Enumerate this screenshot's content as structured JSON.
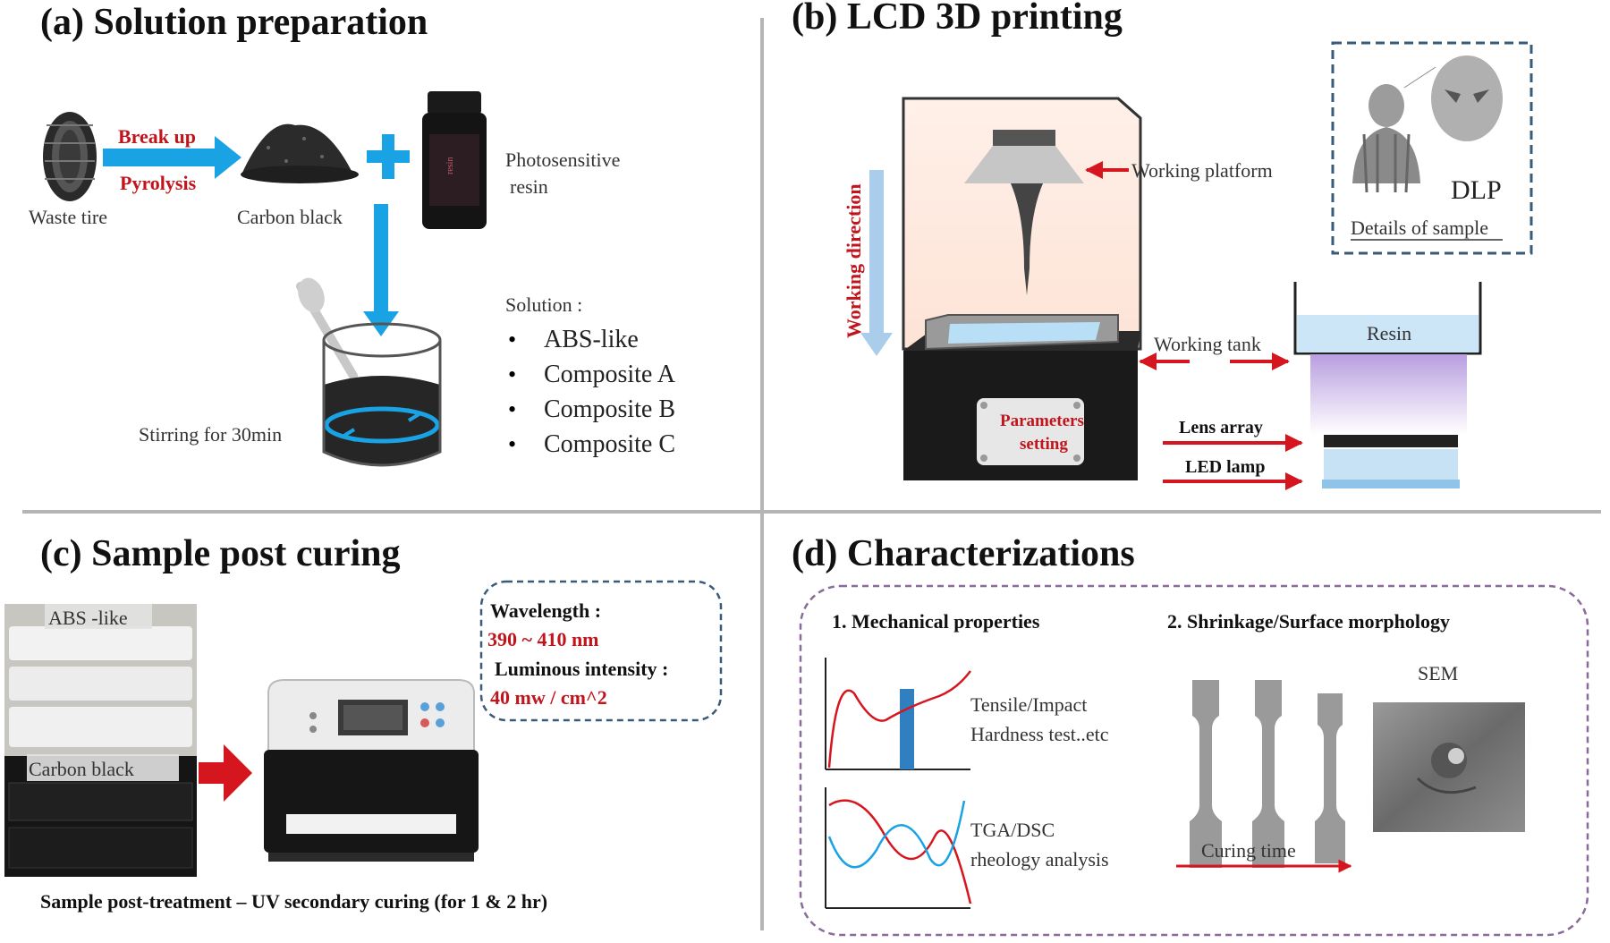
{
  "colors": {
    "accent_blue": "#1aa3e4",
    "accent_red": "#d6161f",
    "divider": "#b5b5b5"
  },
  "panel_a": {
    "title": "(a) Solution preparation",
    "waste_tire": "Waste tire",
    "break_up": "Break up",
    "pyrolysis": "Pyrolysis",
    "carbon_black": "Carbon black",
    "resin_line1": "Photosensitive",
    "resin_line2": "resin",
    "bottle_label": "resin",
    "stirring": "Stirring  for 30min",
    "solution_title": "Solution :",
    "solutions": [
      "ABS-like",
      "Composite A",
      "Composite B",
      "Composite C"
    ]
  },
  "panel_b": {
    "title": "(b) LCD 3D printing",
    "working_platform": "Working  platform",
    "working_direction": "Working  direction",
    "working_tank": "Working  tank",
    "parameters_line1": "Parameters",
    "parameters_line2": "setting",
    "resin": "Resin",
    "lens_array": "Lens array",
    "led_lamp": "LED lamp",
    "dlp": "DLP",
    "details": "Details of sample"
  },
  "panel_c": {
    "title": "(c) Sample post curing",
    "abs_like": "ABS -like",
    "carbon_black": "Carbon black",
    "wavelength_label": "Wavelength  :",
    "wavelength_value": "390 ~ 410 nm",
    "intensity_label": "Luminous  intensity :",
    "intensity_value": "40 mw / cm^2",
    "caption": "Sample post-treatment – UV secondary curing (for 1 & 2 hr)"
  },
  "panel_d": {
    "title": "(d) Characterizations",
    "mech_title": "1. Mechanical  properties",
    "shrink_title": "2. Shrinkage/Surface  morphology",
    "tensile_line1": "Tensile/Impact",
    "tensile_line2": "Hardness  test..etc",
    "tga_line1": "TGA/DSC",
    "tga_line2": "rheology  analysis",
    "sem": "SEM",
    "curing_time": "Curing  time"
  }
}
